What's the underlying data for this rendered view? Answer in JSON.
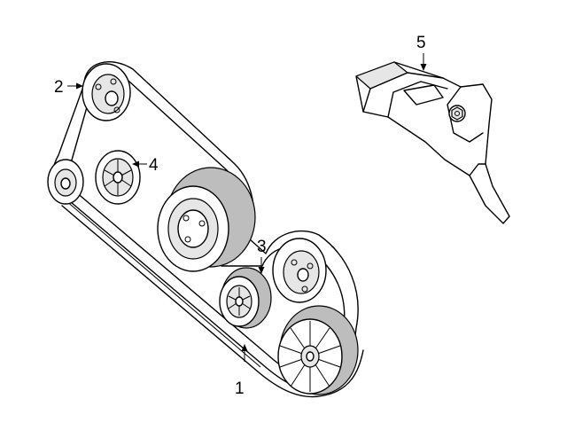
{
  "diagram": {
    "callouts": [
      {
        "id": "belt",
        "number": "1"
      },
      {
        "id": "idler-pulley-top",
        "number": "2"
      },
      {
        "id": "tensioner-pulley",
        "number": "3"
      },
      {
        "id": "idler-pulley-middle",
        "number": "4"
      },
      {
        "id": "tensioner-bracket",
        "number": "5"
      }
    ]
  }
}
